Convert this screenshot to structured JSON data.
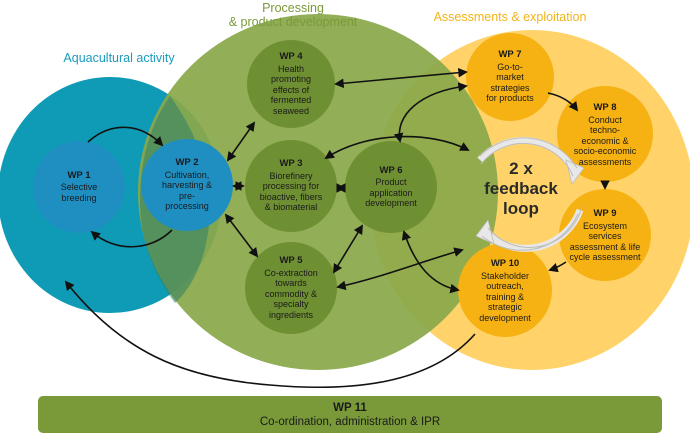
{
  "colors": {
    "teal_region": "#0f9bb5",
    "green_region": "#8aa84a",
    "yellow_region": "#ffd36a",
    "wp_green": "#6f8f33",
    "wp_blue": "#1f8fc2",
    "wp_yellow": "#f6b212",
    "bar_green": "#7a9a3a"
  },
  "titles": {
    "processing": "Processing\n& product development",
    "assessments": "Assessments & exploitation",
    "aquacultural": "Aquacultural activity"
  },
  "work_packages": {
    "wp1": {
      "num": "WP 1",
      "desc": "Selective\nbreeding"
    },
    "wp2": {
      "num": "WP 2",
      "desc": "Cultivation,\nharvesting &\npre-\nprocessing"
    },
    "wp3": {
      "num": "WP 3",
      "desc": "Biorefinery\nprocessing for\nbioactive, fibers\n& biomaterial"
    },
    "wp4": {
      "num": "WP 4",
      "desc": "Health\npromoting\neffects of\nfermented\nseaweed"
    },
    "wp5": {
      "num": "WP 5",
      "desc": "Co-extraction\ntowards\ncommodity &\nspecialty\ningredients"
    },
    "wp6": {
      "num": "WP 6",
      "desc": "Product\napplication\ndevelopment"
    },
    "wp7": {
      "num": "WP 7",
      "desc": "Go-to-\nmarket\nstrategies\nfor products"
    },
    "wp8": {
      "num": "WP 8",
      "desc": "Conduct\ntechno-\neconomic &\nsocio-economic\nassessments"
    },
    "wp9": {
      "num": "WP 9",
      "desc": "Ecosystem\nservices\nassessment & life\ncycle assessment"
    },
    "wp10": {
      "num": "WP 10",
      "desc": "Stakeholder\noutreach,\ntraining &\nstrategic\ndevelopment"
    },
    "wp11": {
      "num": "WP 11",
      "desc": "Co-ordination, administration & IPR"
    }
  },
  "feedback_loop": "2 x\nfeedback\nloop"
}
